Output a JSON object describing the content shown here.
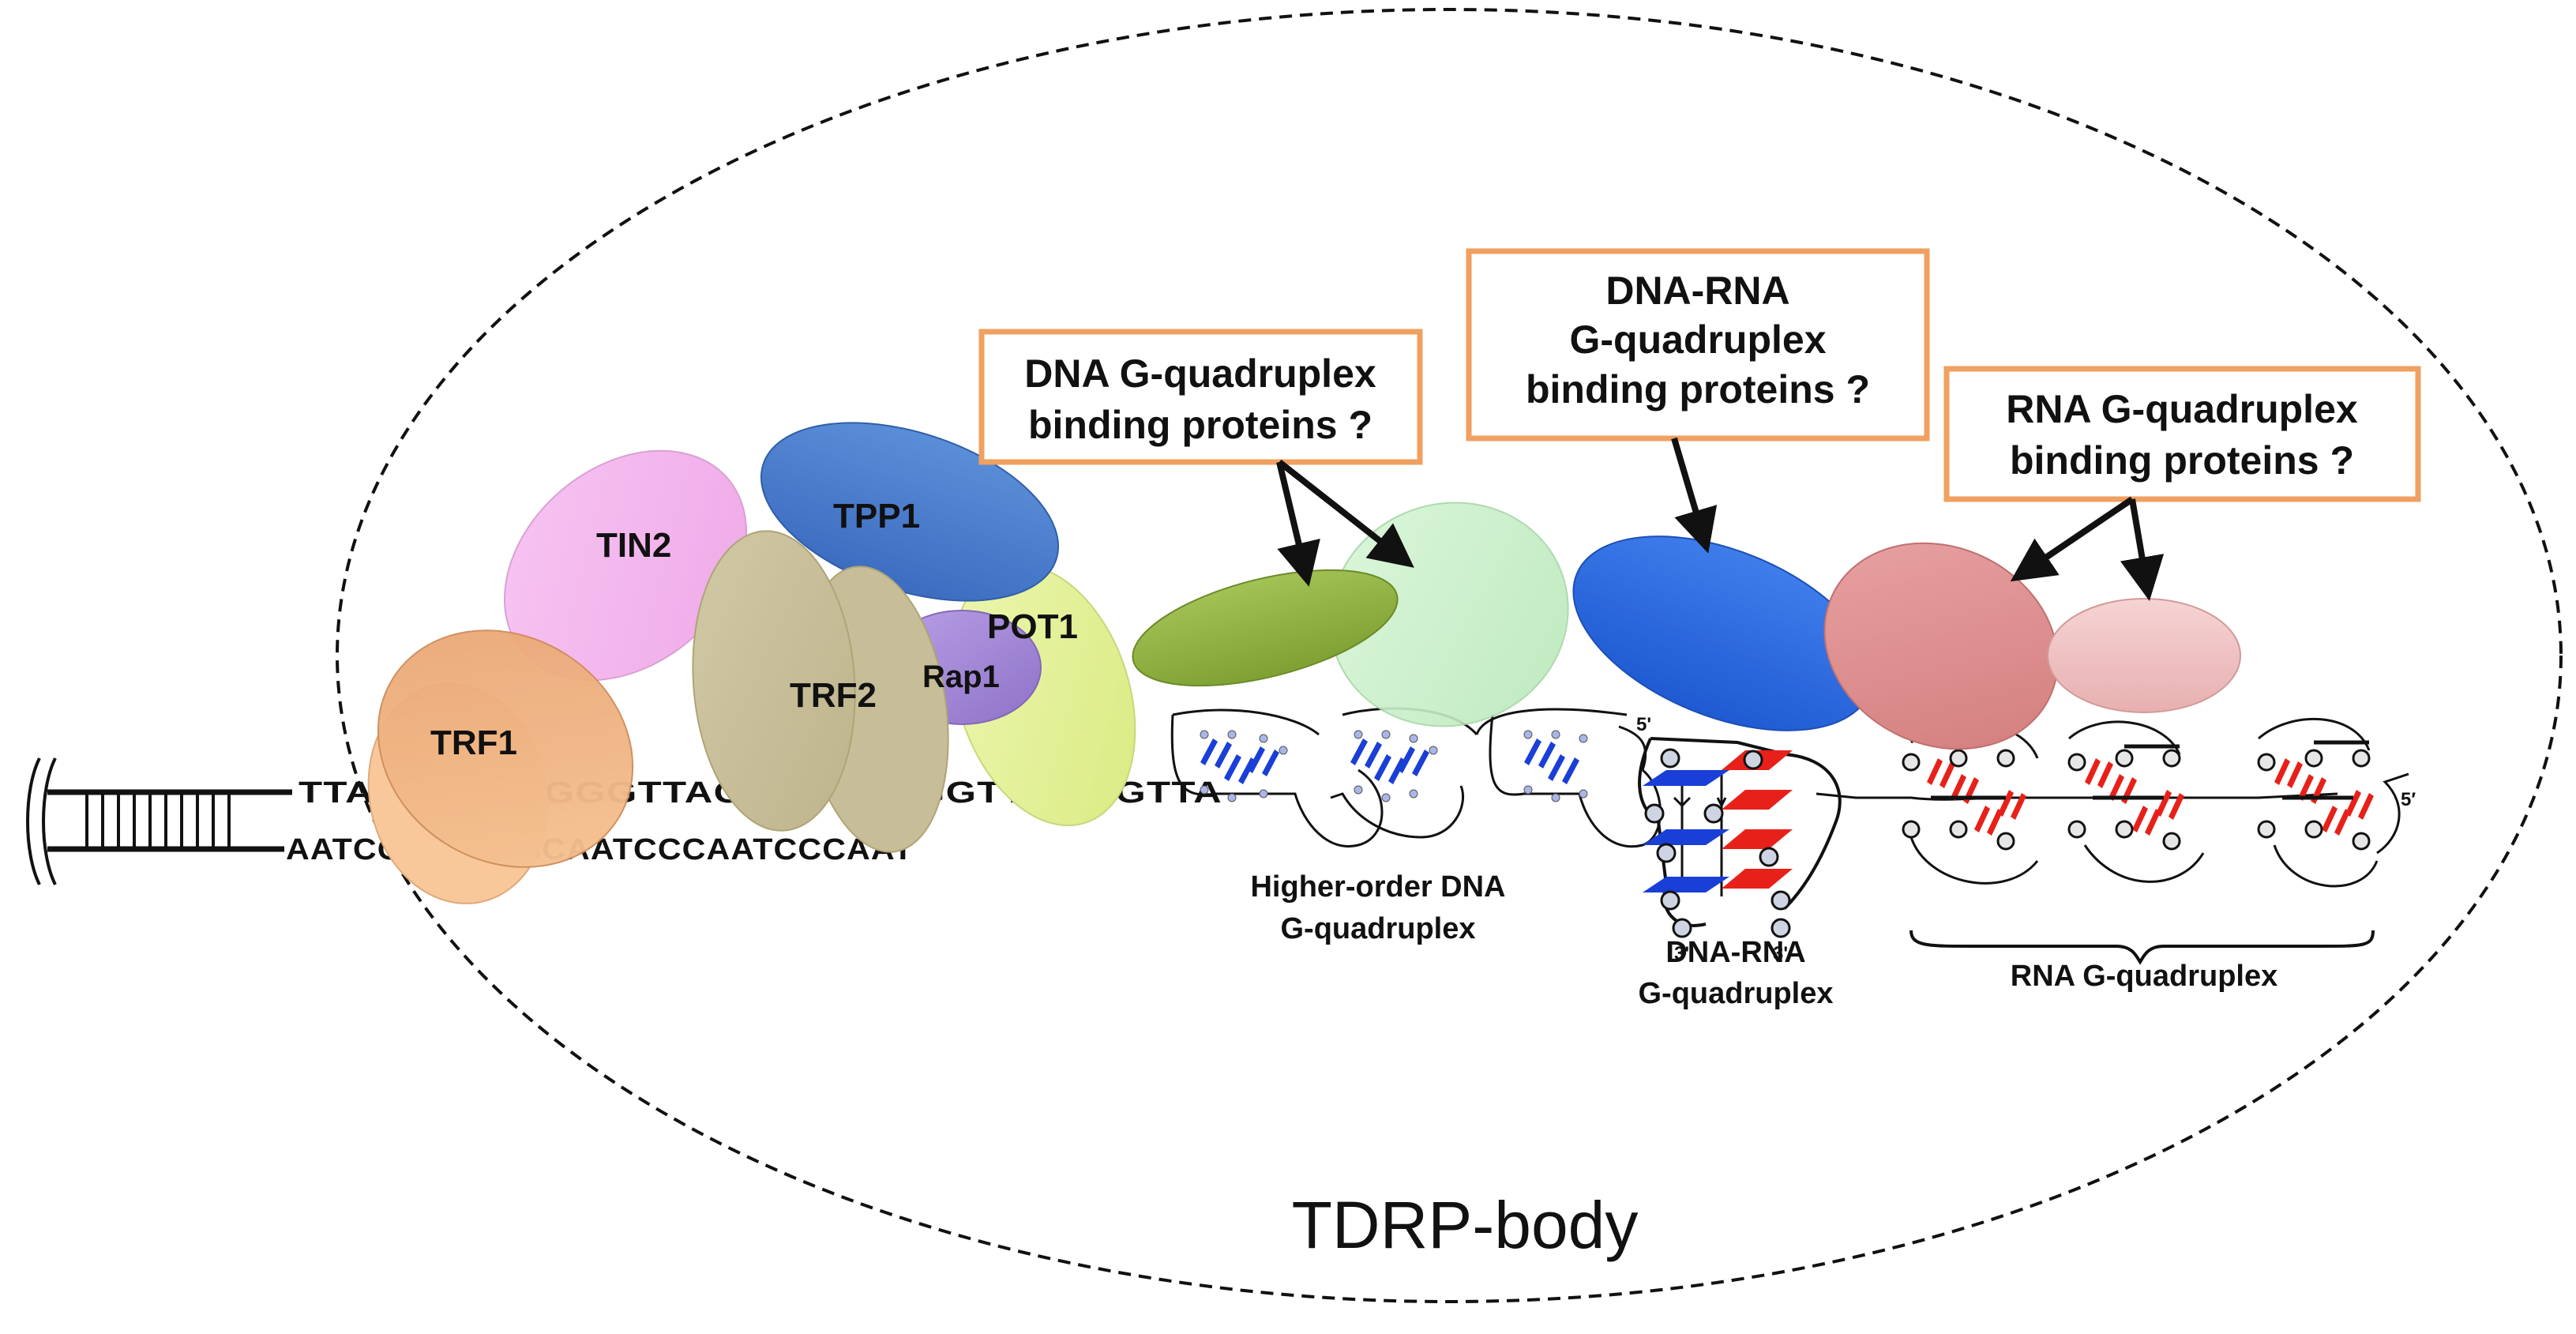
{
  "diagram": {
    "body_label": "TDRP-body",
    "proteins": {
      "trf1": "TRF1",
      "tin2": "TIN2",
      "tpp1": "TPP1",
      "trf2": "TRF2",
      "rap1": "Rap1",
      "pot1": "POT1"
    },
    "sequence": {
      "top_strand": "TTAGGGTTAGGGTTAGGGTTAGGGTTAGGGTTA",
      "bottom_strand": "AATCCCAATCCCAATCCCAATCCCAAT"
    },
    "question_boxes": [
      {
        "line1": "DNA G-quadruplex",
        "line2": "binding proteins ?"
      },
      {
        "line1": "DNA-RNA",
        "line2": "G-quadruplex",
        "line3": "binding proteins ?"
      },
      {
        "line1": "RNA G-quadruplex",
        "line2": "binding proteins ?"
      }
    ],
    "structure_labels": {
      "dna_gq": {
        "line1": "Higher-order DNA",
        "line2": "G-quadruplex"
      },
      "hybrid_gq": {
        "line1": "DNA-RNA",
        "line2": "G-quadruplex"
      },
      "rna_gq": "RNA G-quadruplex"
    },
    "end_marks": {
      "five_prime_a": "5'",
      "three_prime_a": "3'",
      "three_prime_b": "3'",
      "five_prime_rna": "5′"
    },
    "colors": {
      "box_border": "#F0A060",
      "dna_strand": "#1a3fd6",
      "rna_strand": "#e8201a",
      "trf1": "#F2B27C",
      "tin2": "#F5B8F0",
      "tpp1": "#4A7FD0",
      "trf2": "#C9C09A",
      "rap1": "#A58BD8",
      "pot1": "#E6F39A",
      "dna_gq_protein_1": "#93B447",
      "dna_gq_protein_2": "#C9F0C9",
      "hybrid_protein": "#2F6DE0",
      "rna_protein_1": "#DE8E8E",
      "rna_protein_2": "#EEC0C0"
    }
  }
}
